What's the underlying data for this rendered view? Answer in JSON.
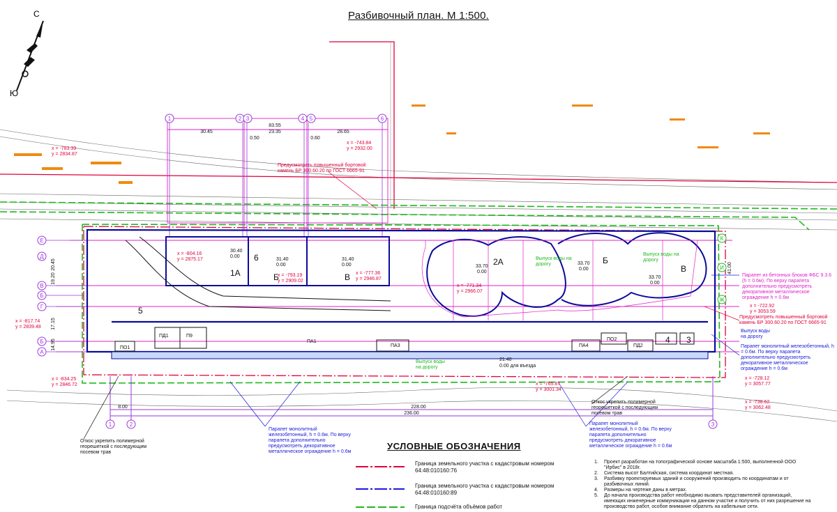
{
  "title": "Разбивочный план. М 1:500.",
  "compass": {
    "north": "С",
    "south": "Ю"
  },
  "axes_vertical": [
    "1",
    "2",
    "3",
    "4",
    "5",
    "6"
  ],
  "axes_vertical_shown": [
    "1",
    "2",
    "3",
    "4",
    "5",
    "6"
  ],
  "axes_horizontal": [
    "Е",
    "Д",
    "В",
    "Г",
    "Б",
    "А"
  ],
  "axes_right": [
    "К",
    "И",
    "Ж"
  ],
  "dimensions": {
    "top_total": "83.55",
    "top_a": "30.45",
    "top_b": "23.35",
    "top_c": "28.65",
    "top_d": "0.50",
    "top_e": "0.60",
    "bottom_total": "236.00",
    "bottom_inner": "228.00",
    "bottom_left": "8.00",
    "left_a": "20.45",
    "left_b": "19.20",
    "left_c": "17.15",
    "left_d": "14.95",
    "right_a": "41.00"
  },
  "coords": [
    {
      "x": "x = -783.39",
      "y": "y = 2834.87"
    },
    {
      "x": "x = -743.84",
      "y": "y = 2932.00"
    },
    {
      "x": "x = -817.74",
      "y": "y = 2839.48"
    },
    {
      "x": "x = -834.25",
      "y": "y = 2846.72"
    },
    {
      "x": "x = -722.92",
      "y": "y = 3053.59"
    },
    {
      "x": "x = -728.12",
      "y": "y = 3057.77"
    },
    {
      "x": "x = -738.62",
      "y": "y = 3062.48"
    },
    {
      "x": "x = -765.87",
      "y": "y = 3001.34"
    },
    {
      "x": "x = -804.16",
      "y": "y = 2875.17"
    },
    {
      "x": "x = -793.19",
      "y": "y = 2909.02"
    },
    {
      "x": "x = -777.36",
      "y": "y = 2946.87"
    },
    {
      "x": "x = -771.34",
      "y": "y = 2966.07"
    }
  ],
  "buildings": [
    {
      "label": "1А",
      "elev": "30.40",
      "floor": "0.00"
    },
    {
      "label": "Б",
      "elev": "31.40",
      "floor": "0.00"
    },
    {
      "label": "В",
      "elev": "31.40",
      "floor": "0.00"
    },
    {
      "label": "2А",
      "elev": "33.70",
      "floor": "0.00"
    },
    {
      "label": "Б",
      "elev": "33.70",
      "floor": "0.00"
    },
    {
      "label": "В",
      "elev": "33.70",
      "floor": "0.00"
    }
  ],
  "sections": [
    "6",
    "5",
    "4",
    "3"
  ],
  "zones": [
    "ПО1",
    "ПД1",
    "П9",
    "ПА3",
    "ПА4",
    "ПО2",
    "ПД2",
    "ПА1"
  ],
  "ramp": {
    "elev": "21.40",
    "floor": "0.00 для въезда"
  },
  "annotations": {
    "curb_top": "Предусмотреть повышенный бортовой камень БР 300.60.20 по ГОСТ 6665-91",
    "curb_right": "Предусмотреть повышенный бортовой камень БР 300.60.20 по ГОСТ 6665-91",
    "parapet_blocks": "Парапет из бетонных блоков ФБС 9.3.6 (h = 0.6м). По верху парапета дополнительно предусмотреть декоративное металлическое ограждение h = 0.6м",
    "parapet_mono_right": "Парапет монолитный железобетонный, h = 0.6м. По верху парапета дополнительно предусмотреть декоративное металлическое ограждение h = 0.6м",
    "parapet_mono_bottom_left": "Парапет монолитный железобетонный, h = 0.6м. По верху парапета дополнительно предусмотреть декоративное металлическое ограждение h = 0.6м",
    "parapet_mono_bottom_right": "Парапет монолитный железобетонный, h = 0.6м. По верху парапета дополнительно предусмотреть декоративное металлическое ограждение h = 0.6м",
    "slope_left": "Откос укрепить полимерной георешеткой с последующим посевом трав",
    "slope_right": "Откос укрепить полимерной георешеткой с последующим посевом трав",
    "water_out_1": "Выпуск воды на дорогу",
    "water_out_2": "Выпуск воды на дорогу",
    "water_out_3": "Выпуск воды на дорогу",
    "water_out_4": "Выпуск воды на дорогу"
  },
  "legend": {
    "title": "УСЛОВНЫЕ ОБОЗНАЧЕНИЯ",
    "items": [
      {
        "text": "Граница земельного участка с кадастровым номером 64:48:010160:76",
        "color": "#e0003c"
      },
      {
        "text": "Граница земельного участка с кадастровым номером 64:48:010160:89",
        "color": "#1a1ad8"
      },
      {
        "text": "Граница подсчёта объёмов работ",
        "color": "#1fb81f"
      }
    ]
  },
  "notes": [
    {
      "n": "1.",
      "text": "Проект разработан на топографической основе масштаба 1:500, выполненной ООО \"Ирбис\" в 2018г."
    },
    {
      "n": "2.",
      "text": "Система высот Балтийская, система координат местная."
    },
    {
      "n": "3.",
      "text": "Разбивку проектируемых зданий и сооружений производить по координатам и от разбивочных линий."
    },
    {
      "n": "4.",
      "text": "Размеры на чертеже даны в метрах."
    },
    {
      "n": "5.",
      "text": "До начала производства работ необходимо вызвать представителей организаций, имеющих инженерные коммуникации на данном участке и получить от них разрешение на производство работ, особое внимание обратить на кабельные сети."
    }
  ],
  "colors": {
    "red": "#e0003c",
    "blue": "#1a1ad8",
    "navy": "#0a0a9a",
    "green": "#1fb81f",
    "magenta": "#e020c8",
    "purple": "#9a3ad8",
    "orange": "#f08a10",
    "black": "#111111"
  }
}
